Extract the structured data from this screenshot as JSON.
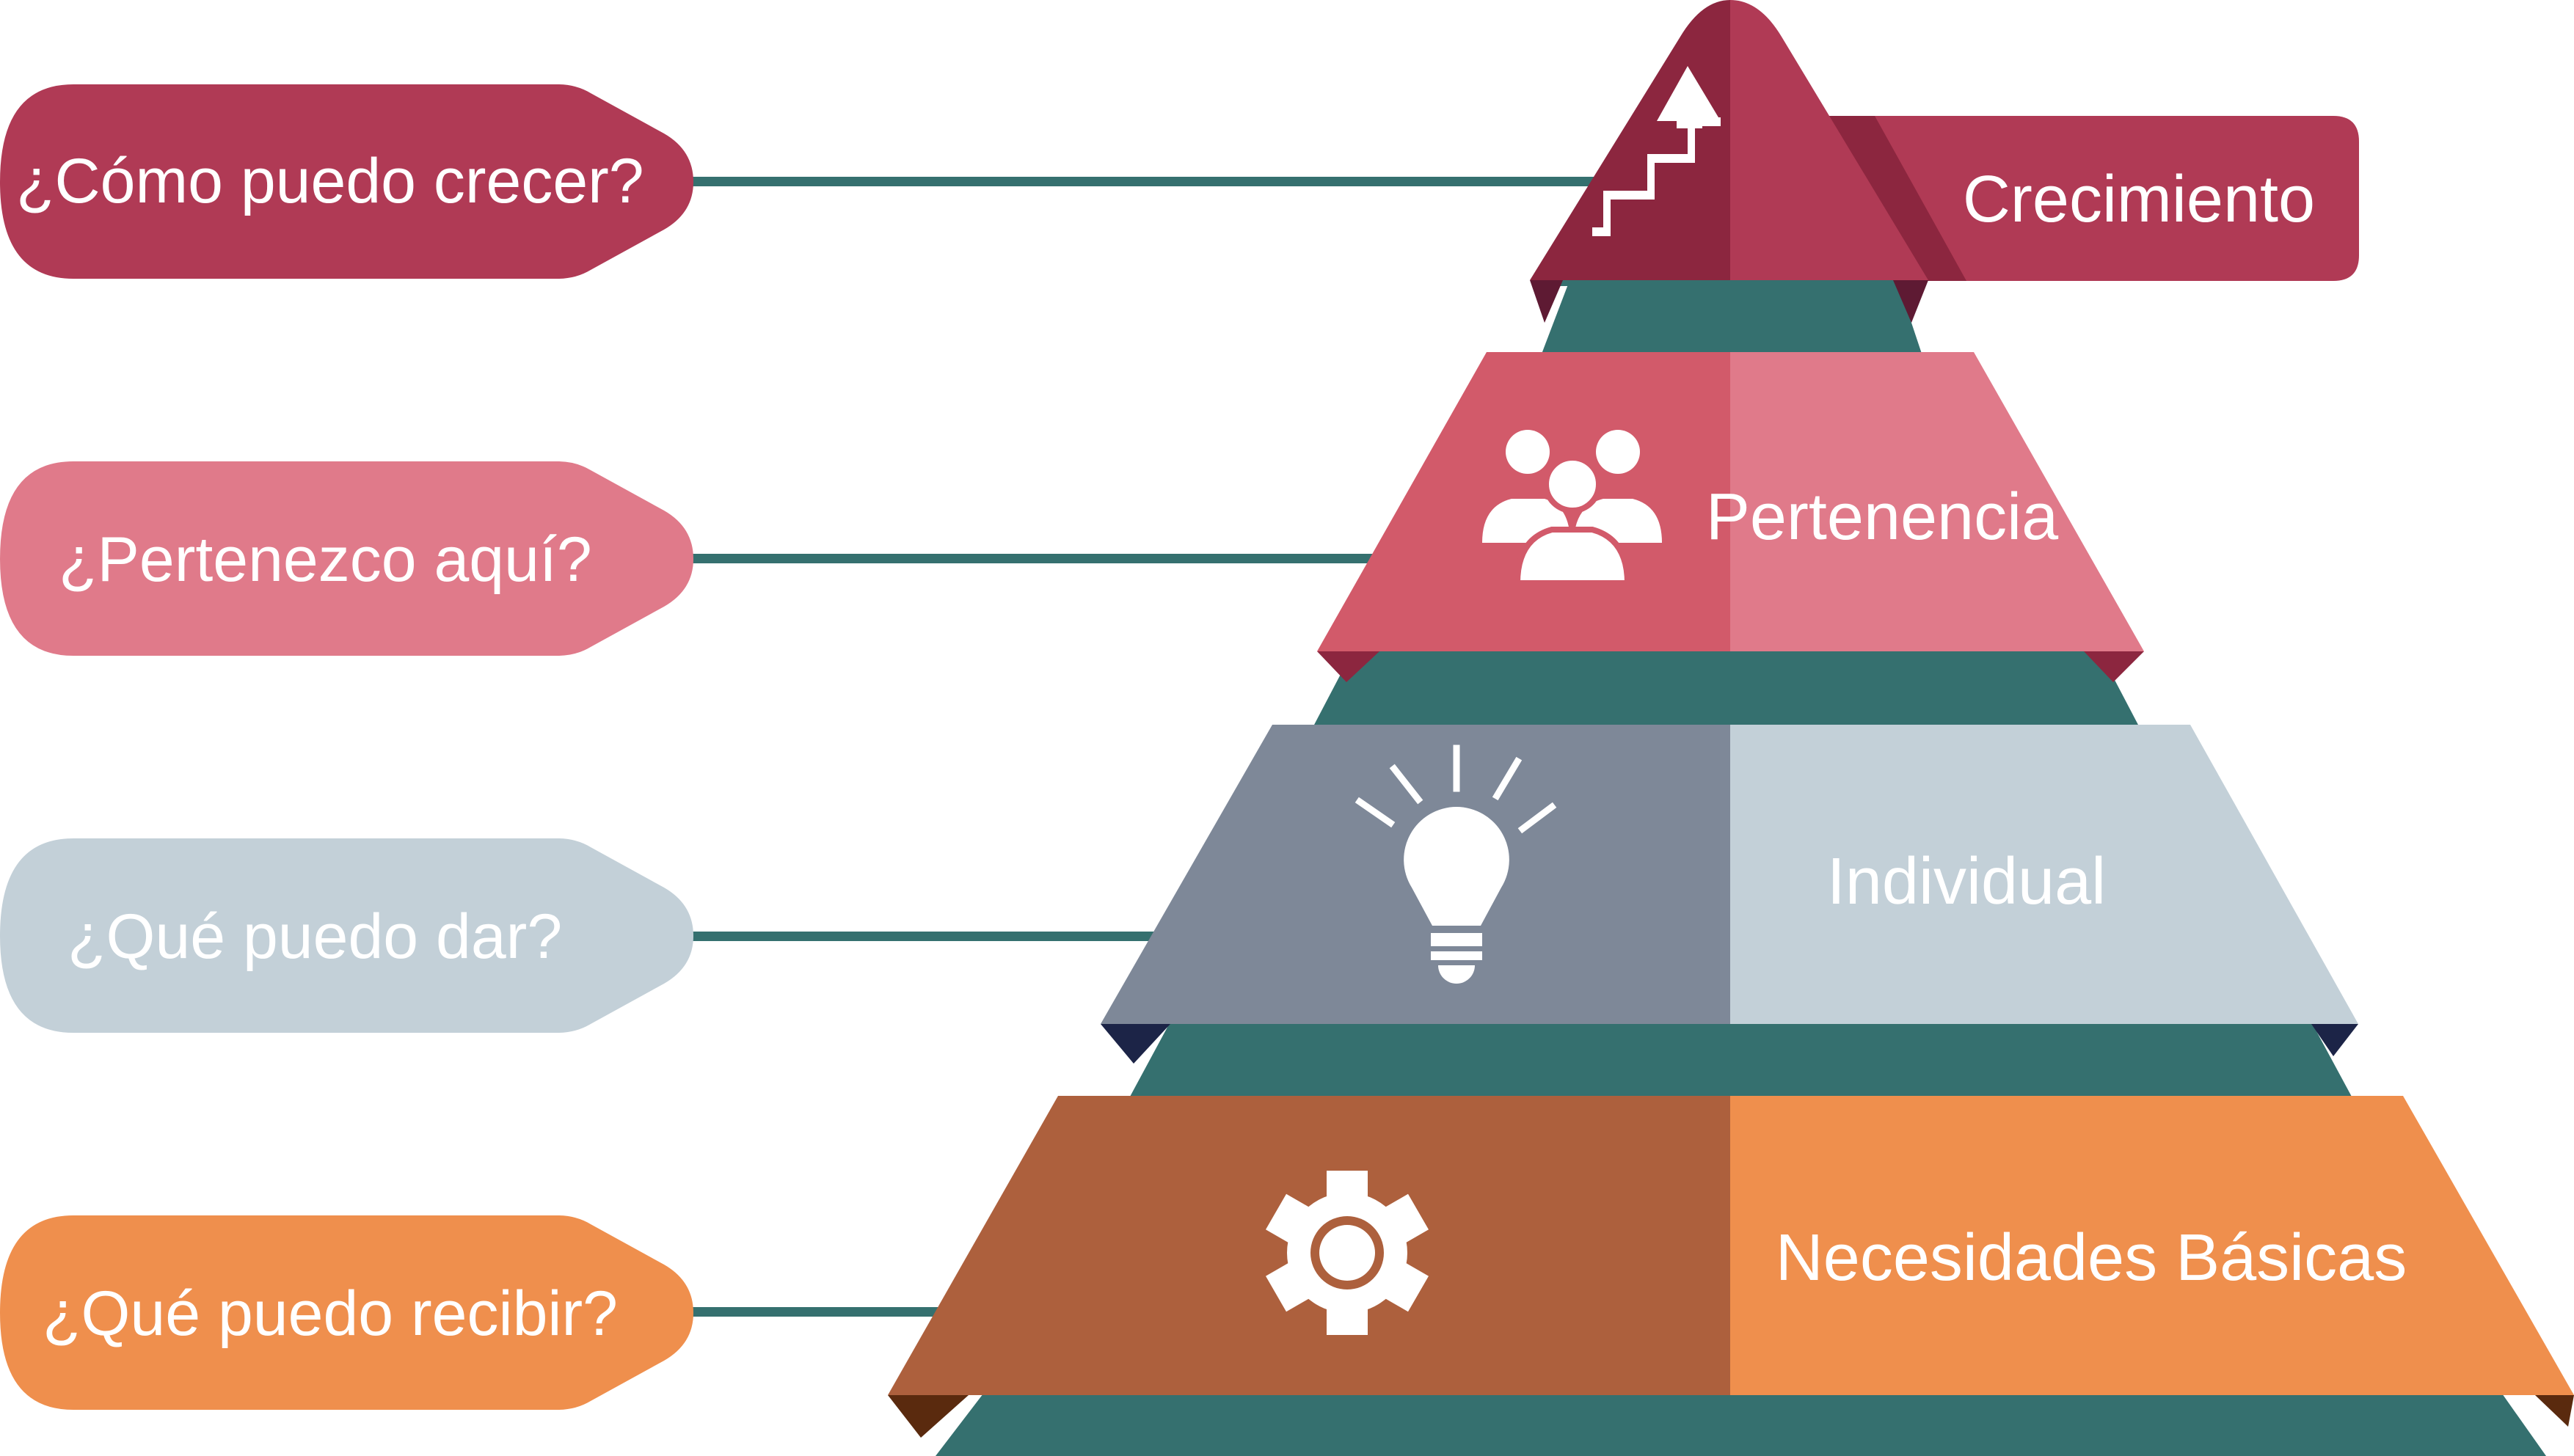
{
  "questions": [
    {
      "text": "¿Cómo puedo crecer?"
    },
    {
      "text": "¿Pertenezco aquí?"
    },
    {
      "text": "¿Qué puedo dar?"
    },
    {
      "text": "¿Qué puedo recibir?"
    }
  ],
  "levels": [
    {
      "label": "Crecimiento",
      "icon": "stairs-arrow-icon"
    },
    {
      "label": "Pertenencia",
      "icon": "people-group-icon"
    },
    {
      "label": "Individual",
      "icon": "lightbulb-icon"
    },
    {
      "label": "Necesidades Básicas",
      "icon": "gear-icon"
    }
  ],
  "colors": {
    "teal": "#35706f",
    "crecimiento_dark": "#8c263f",
    "crecimiento_light": "#b03a55",
    "pertenencia_dark": "#d25a6a",
    "pertenencia_light": "#e07a8a",
    "individual_dark": "#7e8898",
    "individual_light": "#c3d0d8",
    "basicas_dark": "#ad603d",
    "basicas_light": "#ef8f4d"
  }
}
